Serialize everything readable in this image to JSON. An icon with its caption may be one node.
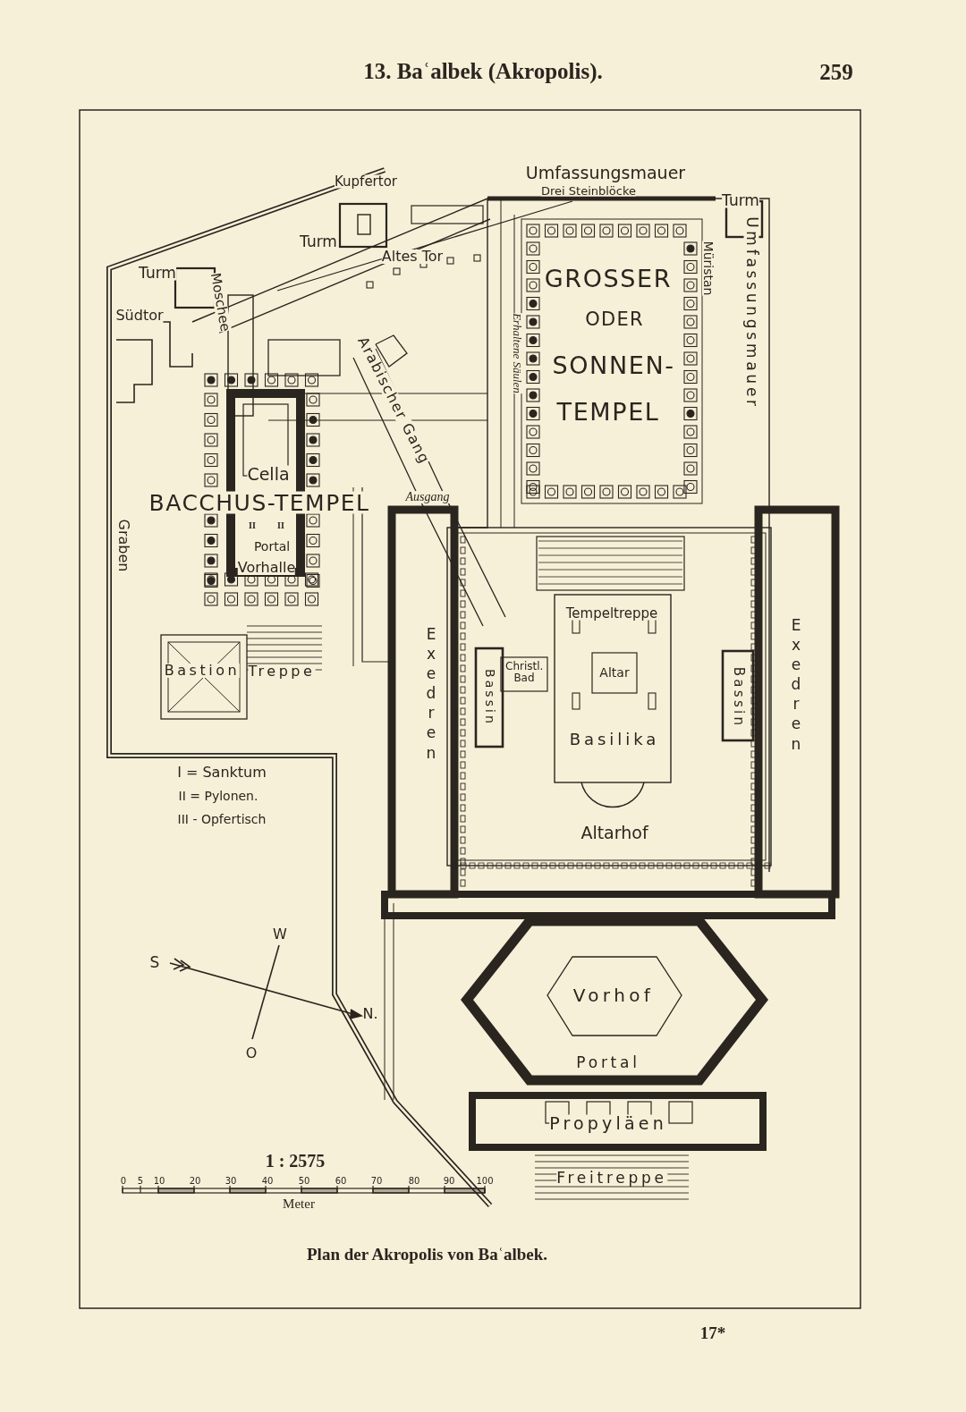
{
  "diagram": {
    "title": "13. Baʿalbek (Akropolis).",
    "caption": "Plan der Akropolis von Baʿalbek.",
    "labels": [
      "259",
      "Umfassungsmauer",
      "Kupfertor",
      "Drei Steinblöcke",
      "Turm",
      "Turm",
      "Altes Tor",
      "Turm",
      "Südtor",
      "Moschee",
      "GROSSER",
      "ODER",
      "SONNEN-",
      "TEMPEL",
      "Erhaltene Säulen",
      "Müristan",
      "Umfassungsmauer",
      "Arabischer Gang",
      "Cella",
      "BACCHUS-TEMPEL",
      "Ausgang",
      "II",
      "II",
      "Portal",
      "Vorhalle",
      "Graben",
      "Exedren",
      "Exedren",
      "Tempeltreppe",
      "Bastion",
      "Treppe",
      "Bassin",
      "Christl. Bad",
      "Altar",
      "Bassin",
      "Basilika",
      "I = Sanktum",
      "II = Pylonen.",
      "III - Opfertisch",
      "Altarhof",
      "W",
      "S",
      "N.",
      "O",
      "Vorhof",
      "Portal",
      "Propyläen",
      "1 : 2575",
      "Freitreppe",
      "0",
      "5",
      "10",
      "20",
      "30",
      "40",
      "50",
      "60",
      "70",
      "80",
      "90",
      "100",
      "Meter",
      "17*"
    ]
  }
}
